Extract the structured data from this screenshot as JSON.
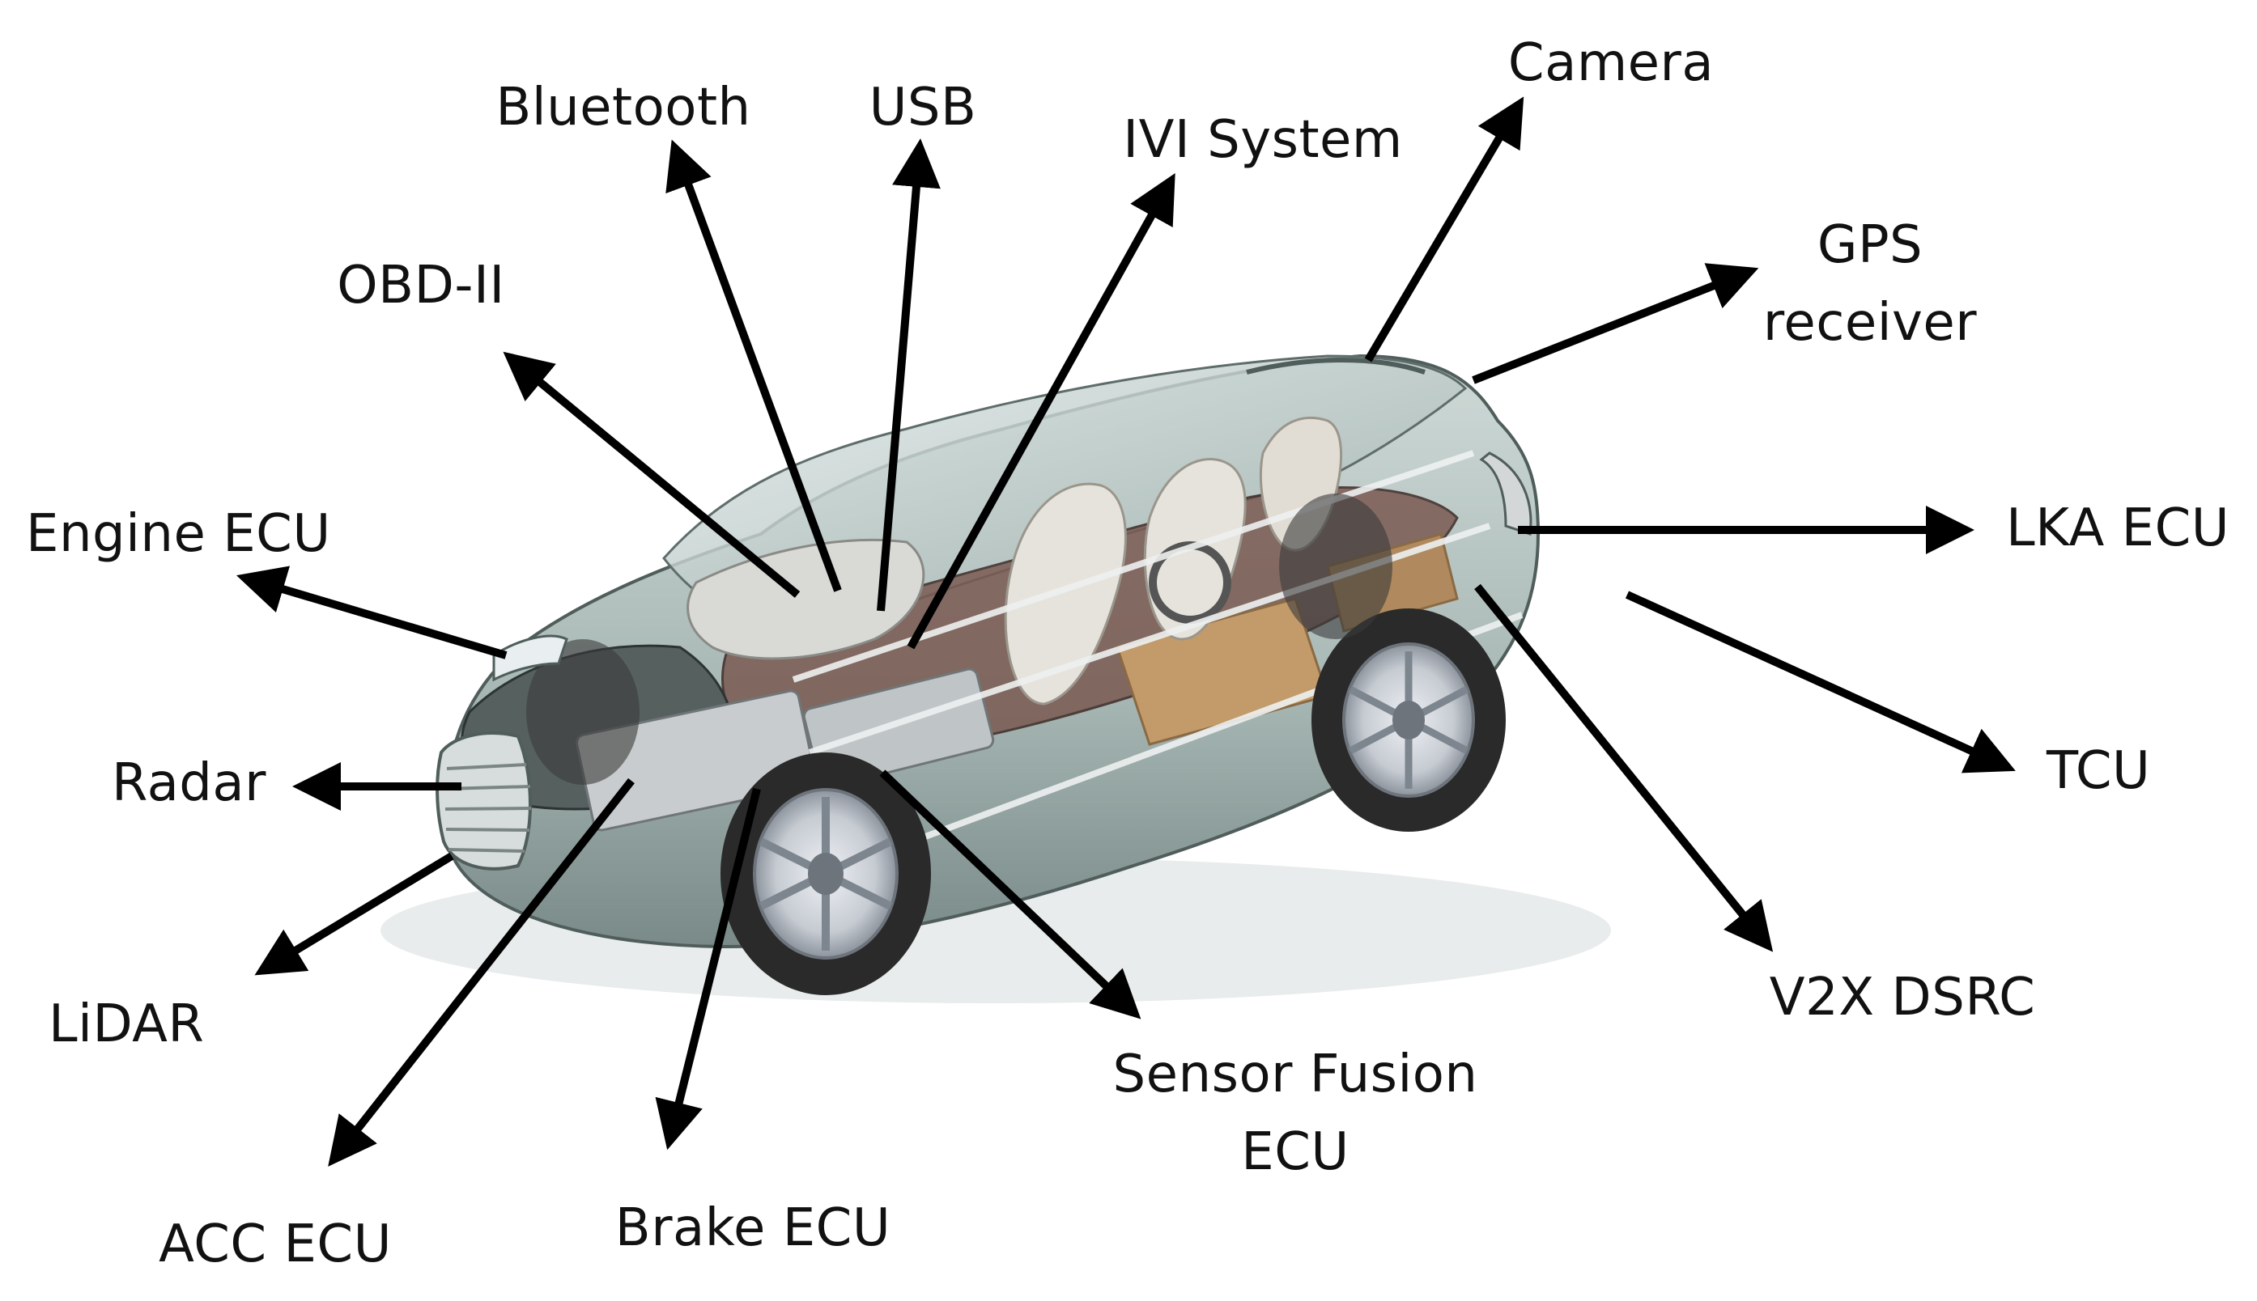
{
  "labels": {
    "bluetooth": "Bluetooth",
    "usb": "USB",
    "ivi": "IVI System",
    "camera": "Camera",
    "gps_line1": "GPS",
    "gps_line2": "receiver",
    "obd": "OBD-II",
    "engine": "Engine ECU",
    "lka": "LKA ECU",
    "radar": "Radar",
    "tcu": "TCU",
    "lidar": "LiDAR",
    "v2x": "V2X DSRC",
    "sensor_line1": "Sensor Fusion",
    "sensor_line2": "ECU",
    "acc": "ACC ECU",
    "brake": "Brake ECU"
  },
  "colors": {
    "arrow": "#000000",
    "body": "#a9b9b6",
    "body_dark": "#6f7f7d",
    "interior": "#5a3b36",
    "seat": "#e6e3dc",
    "wood": "#c39a6a",
    "tire": "#2a2a2a",
    "rim": "#c6cbd2"
  }
}
